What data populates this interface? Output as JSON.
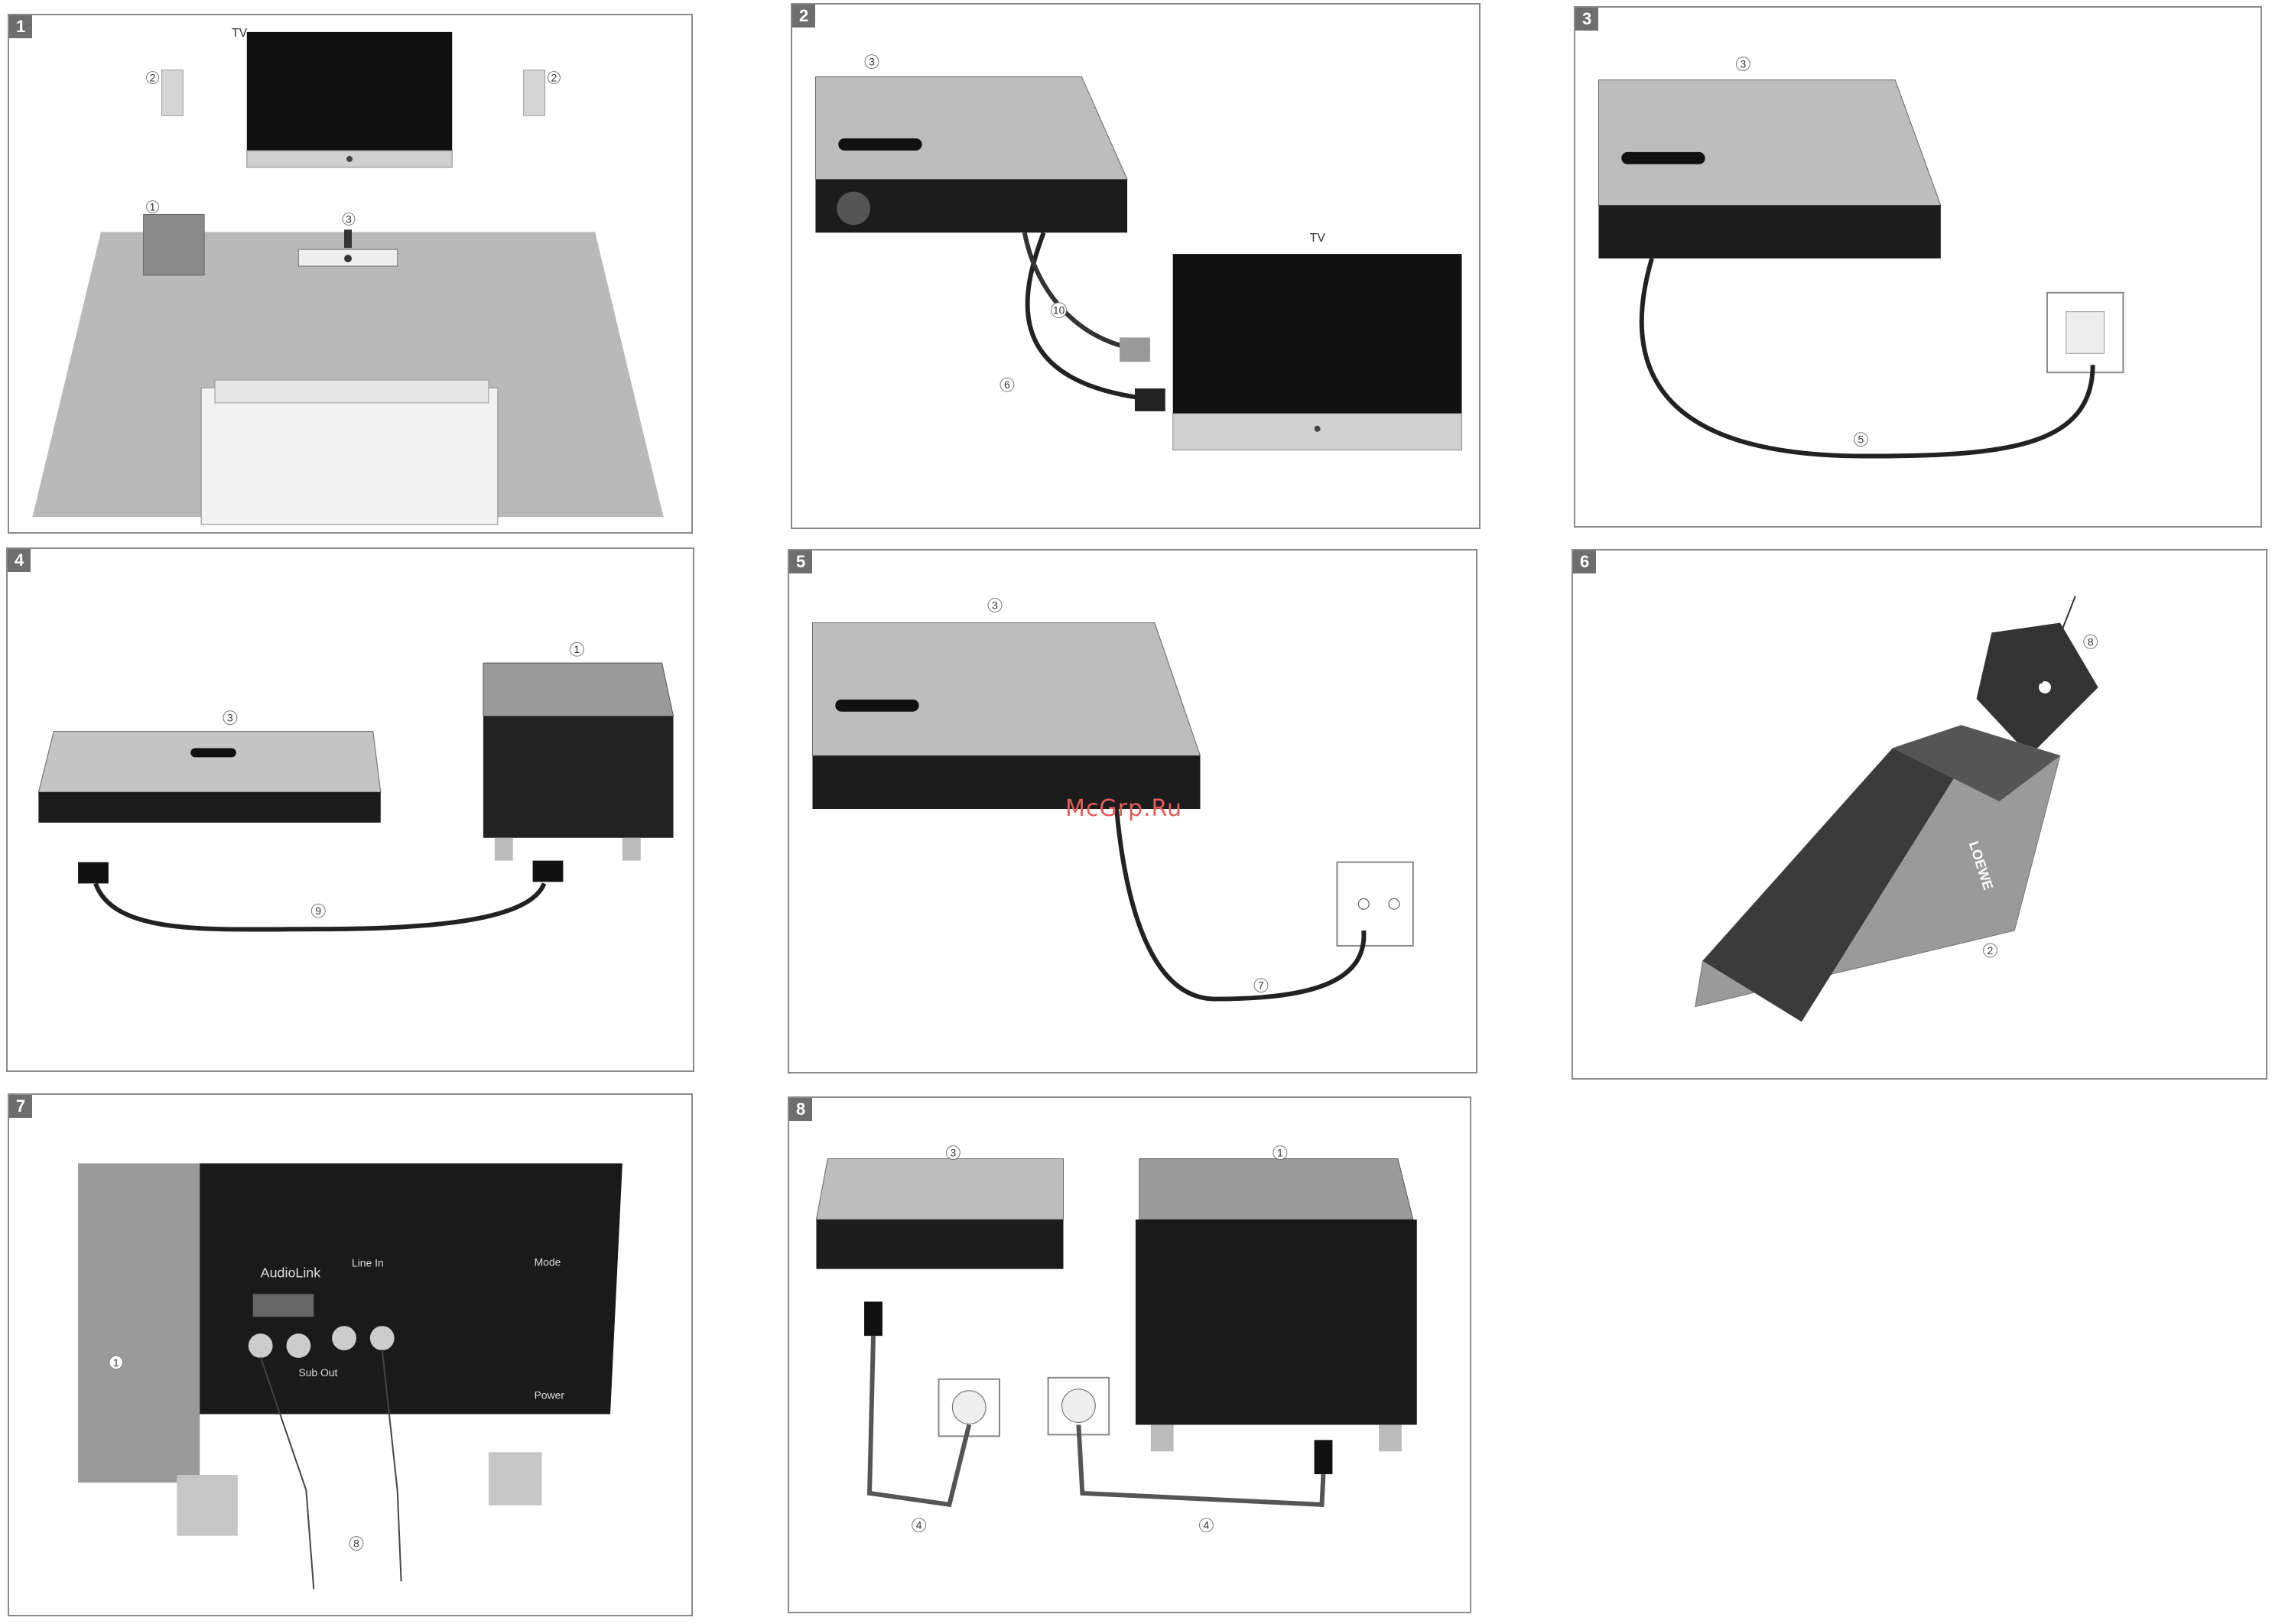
{
  "panels": [
    {
      "number": "1",
      "tv_label": "TV",
      "callouts": [
        "2",
        "2",
        "1",
        "3"
      ]
    },
    {
      "number": "2",
      "tv_label": "TV",
      "callouts": [
        "3",
        "10",
        "6"
      ]
    },
    {
      "number": "3",
      "callouts": [
        "3",
        "5"
      ]
    },
    {
      "number": "4",
      "callouts": [
        "3",
        "1",
        "9"
      ]
    },
    {
      "number": "5",
      "callouts": [
        "3",
        "7"
      ]
    },
    {
      "number": "6",
      "callouts": [
        "8",
        "2"
      ],
      "brand": "LOEWE"
    },
    {
      "number": "7",
      "callouts": [
        "1",
        "8"
      ],
      "labels": {
        "audiolink": "AudioLink",
        "line_in": "Line In",
        "sub_out": "Sub Out",
        "power": "Power",
        "mode": "Mode"
      }
    },
    {
      "number": "8",
      "callouts": [
        "3",
        "1",
        "4",
        "4"
      ]
    }
  ],
  "watermark": "McGrp.Ru"
}
